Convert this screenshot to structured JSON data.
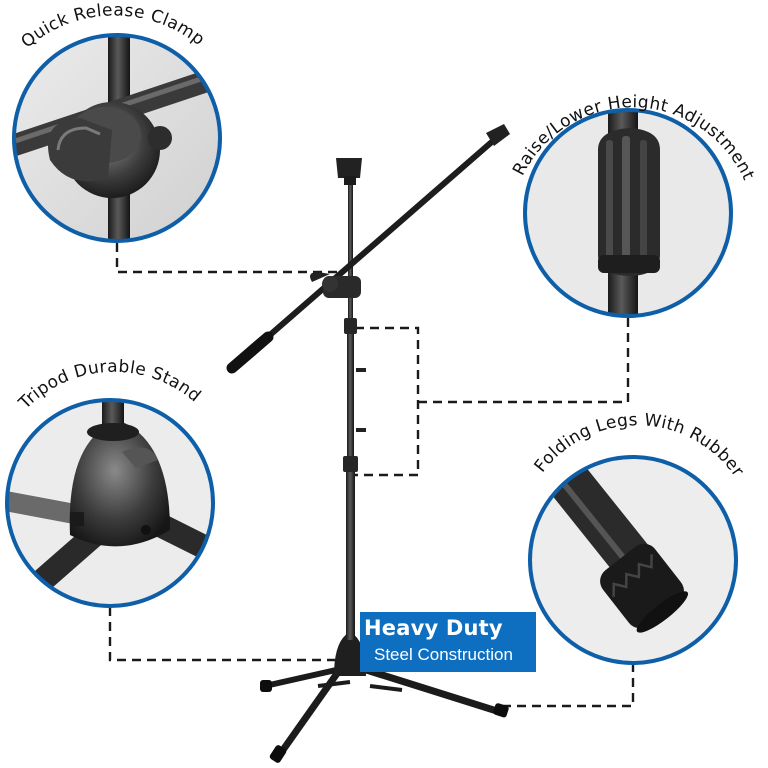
{
  "callouts": {
    "top_left": "Quick Release Clamp",
    "top_right": "Raise/Lower Height Adjustment",
    "bottom_left": "Tripod Durable Stand",
    "bottom_right": "Folding Legs With Rubber"
  },
  "badge": {
    "title": "Heavy Duty",
    "subtitle": "Steel Construction"
  },
  "colors": {
    "circle_border": "#0e5fa8",
    "badge_background": "#0e6fc0",
    "stand": "#1c1c1c",
    "leader_line": "#1a1a1a"
  },
  "icons": [
    "magnifier-circle",
    "microphone-clip"
  ]
}
